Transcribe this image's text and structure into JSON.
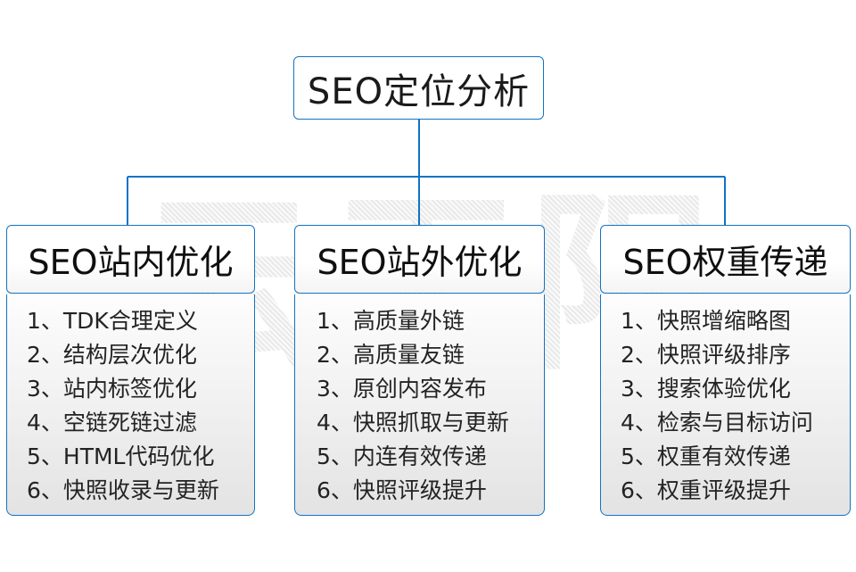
{
  "diagram": {
    "title_node": {
      "label": "SEO定位分析"
    },
    "watermark_text": "云无限",
    "colors": {
      "border": "#1273c4",
      "connector": "#1273c4",
      "text": "#1a1a1a",
      "body_bg_top": "#fdfdfd",
      "body_bg_bottom": "#e3e3e3",
      "page_bg": "#ffffff"
    },
    "columns": [
      {
        "header": "SEO站内优化",
        "items": [
          {
            "num": "1、",
            "text": "TDK合理定义"
          },
          {
            "num": "2、",
            "text": "结构层次优化"
          },
          {
            "num": "3、",
            "text": "站内标签优化"
          },
          {
            "num": "4、",
            "text": "空链死链过滤"
          },
          {
            "num": "5、",
            "text": "HTML代码优化"
          },
          {
            "num": "6、",
            "text": "快照收录与更新"
          }
        ]
      },
      {
        "header": "SEO站外优化",
        "items": [
          {
            "num": "1、",
            "text": "高质量外链"
          },
          {
            "num": "2、",
            "text": "高质量友链"
          },
          {
            "num": "3、",
            "text": "原创内容发布"
          },
          {
            "num": "4、",
            "text": "快照抓取与更新"
          },
          {
            "num": "5、",
            "text": "内连有效传递"
          },
          {
            "num": "6、",
            "text": "快照评级提升"
          }
        ]
      },
      {
        "header": "SEO权重传递",
        "items": [
          {
            "num": "1、",
            "text": "快照增缩略图"
          },
          {
            "num": "2、",
            "text": "快照评级排序"
          },
          {
            "num": "3、",
            "text": "搜索体验优化"
          },
          {
            "num": "4、",
            "text": "检索与目标访问"
          },
          {
            "num": "5、",
            "text": "权重有效传递"
          },
          {
            "num": "6、",
            "text": "权重评级提升"
          }
        ]
      }
    ]
  }
}
